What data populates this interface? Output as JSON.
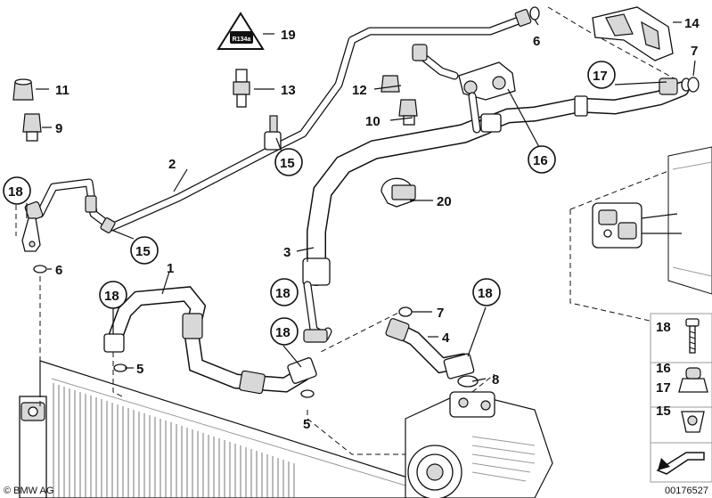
{
  "labels": {
    "l1": "1",
    "l2": "2",
    "l3": "3",
    "l4": "4",
    "l5a": "5",
    "l5b": "5",
    "l6a": "6",
    "l6b": "6",
    "l7a": "7",
    "l7b": "7",
    "l8": "8",
    "l9": "9",
    "l10": "10",
    "l11": "11",
    "l12": "12",
    "l13": "13",
    "l14": "14",
    "l15a": "15",
    "l15b": "15",
    "l16": "16",
    "l17": "17",
    "l18a": "18",
    "l18b": "18",
    "l18c": "18",
    "l18d": "18",
    "l18e": "18",
    "l19": "19",
    "l20": "20"
  },
  "legend": {
    "row1": "18",
    "row2a": "16",
    "row2b": "17",
    "row3": "15"
  },
  "warning_symbol": "R134a",
  "footer": {
    "copyright": "© BMW AG",
    "diagram_id": "00176527"
  }
}
